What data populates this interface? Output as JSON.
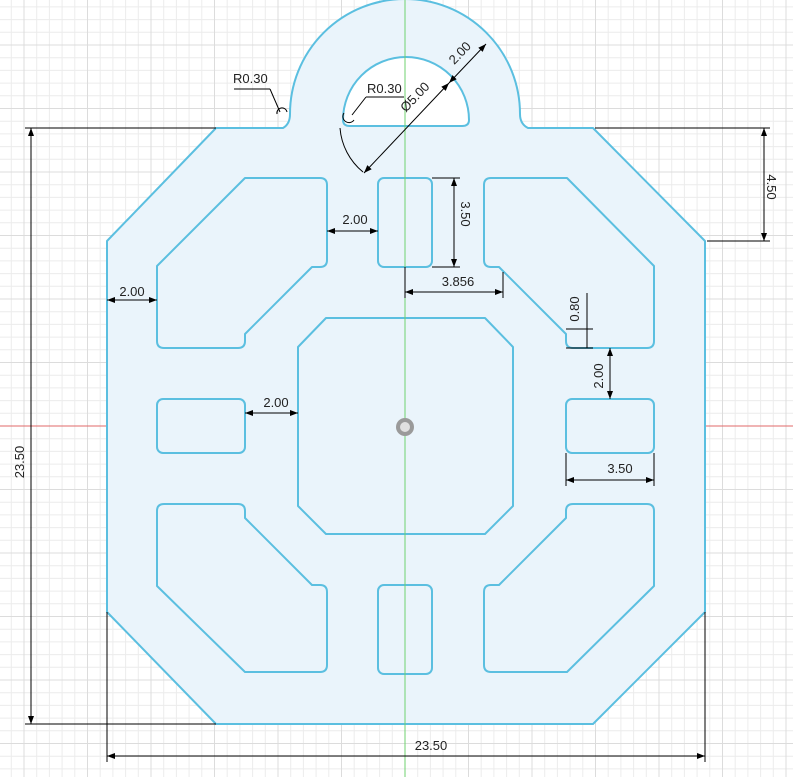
{
  "colors": {
    "background": "#ffffff",
    "grid": "#dcdcdc",
    "part_fill": "#eaf4fb",
    "part_edge": "#5bbfe0",
    "dimension": "#000000",
    "x_axis": "#e06a6a",
    "y_axis": "#6fd26f"
  },
  "dimensions": {
    "overall_width": "23.50",
    "overall_height": "23.50",
    "tab_height": "4.50",
    "outer_wall_left": "2.00",
    "arc_wall_thickness": "2.00",
    "hole_diameter": "Ø5.00",
    "fillet_left": "R0.30",
    "fillet_hole": "R0.30",
    "slot_gap_top": "2.00",
    "slot_height_top": "3.50",
    "slot_pitch_top": "3.856",
    "small_offset_right": "0.80",
    "wall_right": "2.00",
    "slot_width_right": "3.50",
    "gap_left_slot": "2.00"
  },
  "icons": {
    "origin": "origin-point-icon"
  }
}
